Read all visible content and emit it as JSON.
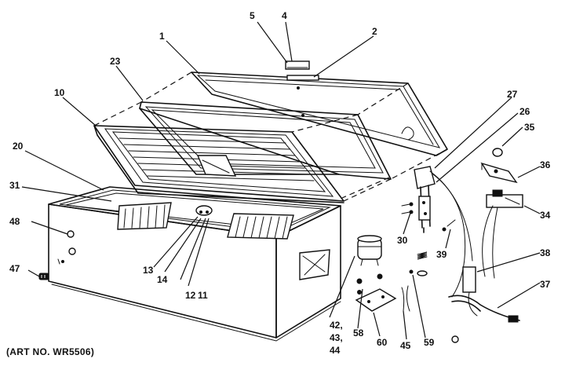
{
  "caption": "(ART NO. WR5506)",
  "part_labels": [
    {
      "id": "p1",
      "text": "1"
    },
    {
      "id": "p2",
      "text": "2"
    },
    {
      "id": "p4",
      "text": "4"
    },
    {
      "id": "p5",
      "text": "5"
    },
    {
      "id": "p10",
      "text": "10"
    },
    {
      "id": "p11",
      "text": "11"
    },
    {
      "id": "p12",
      "text": "12"
    },
    {
      "id": "p13",
      "text": "13"
    },
    {
      "id": "p14",
      "text": "14"
    },
    {
      "id": "p20",
      "text": "20"
    },
    {
      "id": "p23",
      "text": "23"
    },
    {
      "id": "p26",
      "text": "26"
    },
    {
      "id": "p27",
      "text": "27"
    },
    {
      "id": "p30",
      "text": "30"
    },
    {
      "id": "p31",
      "text": "31"
    },
    {
      "id": "p34",
      "text": "34"
    },
    {
      "id": "p35",
      "text": "35"
    },
    {
      "id": "p36",
      "text": "36"
    },
    {
      "id": "p37",
      "text": "37"
    },
    {
      "id": "p38",
      "text": "38"
    },
    {
      "id": "p39",
      "text": "39"
    },
    {
      "id": "p42",
      "text": "42,"
    },
    {
      "id": "p43",
      "text": "43,"
    },
    {
      "id": "p44",
      "text": "44"
    },
    {
      "id": "p45",
      "text": "45"
    },
    {
      "id": "p47",
      "text": "47"
    },
    {
      "id": "p48",
      "text": "48"
    },
    {
      "id": "p58",
      "text": "58"
    },
    {
      "id": "p59",
      "text": "59"
    },
    {
      "id": "p60",
      "text": "60"
    }
  ]
}
